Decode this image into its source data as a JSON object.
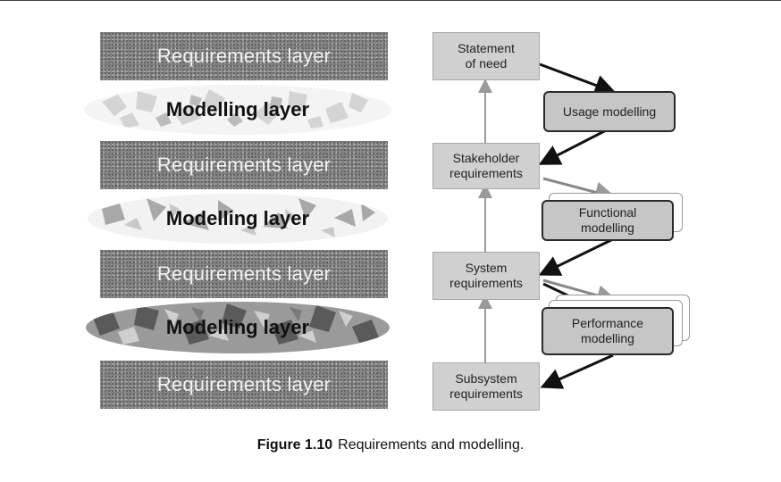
{
  "left_stack": {
    "layers": [
      {
        "kind": "requirements",
        "label": "Requirements layer"
      },
      {
        "kind": "modelling",
        "label": "Modelling layer"
      },
      {
        "kind": "requirements",
        "label": "Requirements layer"
      },
      {
        "kind": "modelling",
        "label": "Modelling layer"
      },
      {
        "kind": "requirements",
        "label": "Requirements layer"
      },
      {
        "kind": "modelling",
        "label": "Modelling layer"
      },
      {
        "kind": "requirements",
        "label": "Requirements layer"
      }
    ]
  },
  "flow": {
    "requirement_boxes": [
      {
        "label": "Statement\nof need"
      },
      {
        "label": "Stakeholder\nrequirements"
      },
      {
        "label": "System\nrequirements"
      },
      {
        "label": "Subsystem\nrequirements"
      }
    ],
    "modelling_boxes": [
      {
        "label": "Usage modelling"
      },
      {
        "label": "Functional\nmodelling"
      },
      {
        "label": "Performance\nmodelling"
      }
    ]
  },
  "caption": {
    "figure_number": "Figure 1.10",
    "text": "Requirements and modelling."
  }
}
